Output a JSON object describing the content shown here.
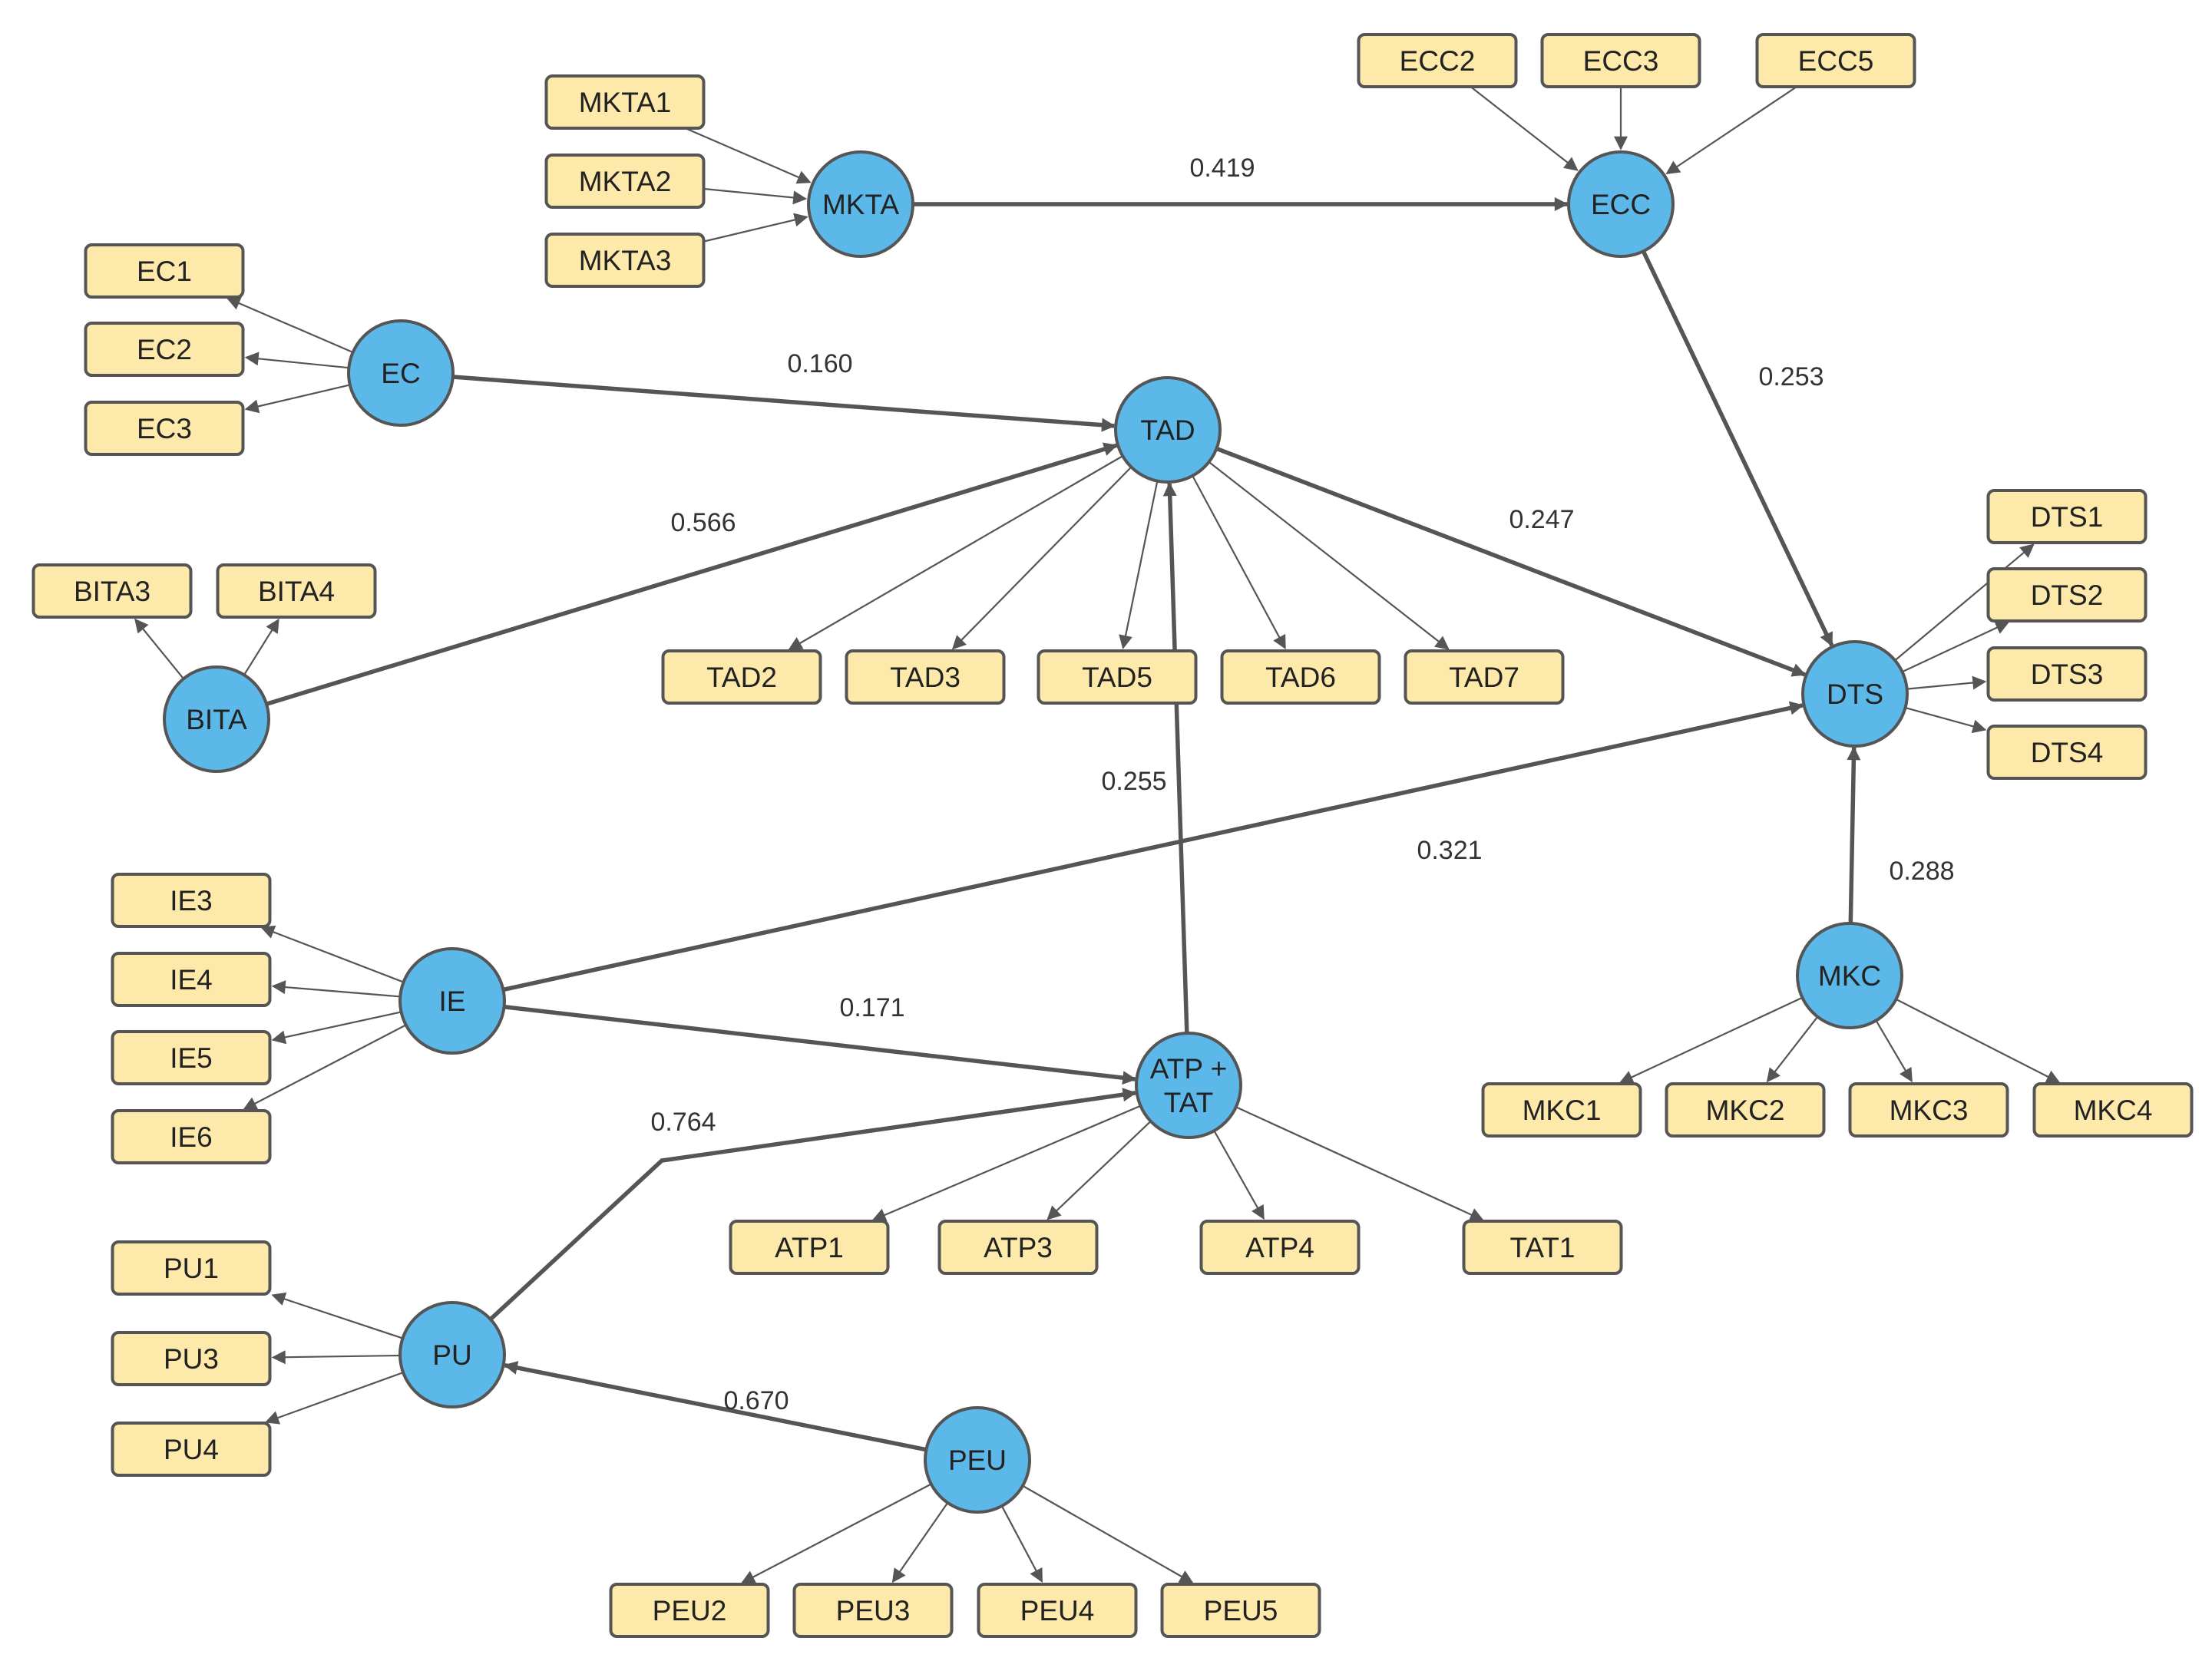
{
  "colors": {
    "latent_fill": "#5cb8e8",
    "indicator_fill": "#fde9a9",
    "stroke": "#555555",
    "text": "#222222"
  },
  "latents": [
    {
      "id": "MKTA",
      "label": "MKTA"
    },
    {
      "id": "ECC",
      "label": "ECC"
    },
    {
      "id": "EC",
      "label": "EC"
    },
    {
      "id": "TAD",
      "label": "TAD"
    },
    {
      "id": "BITA",
      "label": "BITA"
    },
    {
      "id": "DTS",
      "label": "DTS"
    },
    {
      "id": "IE",
      "label": "IE"
    },
    {
      "id": "ATPTAT",
      "label": "ATP +\nTAT"
    },
    {
      "id": "MKC",
      "label": "MKC"
    },
    {
      "id": "PU",
      "label": "PU"
    },
    {
      "id": "PEU",
      "label": "PEU"
    }
  ],
  "indicators": [
    {
      "id": "MKTA1",
      "label": "MKTA1"
    },
    {
      "id": "MKTA2",
      "label": "MKTA2"
    },
    {
      "id": "MKTA3",
      "label": "MKTA3"
    },
    {
      "id": "ECC2",
      "label": "ECC2"
    },
    {
      "id": "ECC3",
      "label": "ECC3"
    },
    {
      "id": "ECC5",
      "label": "ECC5"
    },
    {
      "id": "EC1",
      "label": "EC1"
    },
    {
      "id": "EC2",
      "label": "EC2"
    },
    {
      "id": "EC3",
      "label": "EC3"
    },
    {
      "id": "BITA3",
      "label": "BITA3"
    },
    {
      "id": "BITA4",
      "label": "BITA4"
    },
    {
      "id": "TAD2",
      "label": "TAD2"
    },
    {
      "id": "TAD3",
      "label": "TAD3"
    },
    {
      "id": "TAD5",
      "label": "TAD5"
    },
    {
      "id": "TAD6",
      "label": "TAD6"
    },
    {
      "id": "TAD7",
      "label": "TAD7"
    },
    {
      "id": "DTS1",
      "label": "DTS1"
    },
    {
      "id": "DTS2",
      "label": "DTS2"
    },
    {
      "id": "DTS3",
      "label": "DTS3"
    },
    {
      "id": "DTS4",
      "label": "DTS4"
    },
    {
      "id": "IE3",
      "label": "IE3"
    },
    {
      "id": "IE4",
      "label": "IE4"
    },
    {
      "id": "IE5",
      "label": "IE5"
    },
    {
      "id": "IE6",
      "label": "IE6"
    },
    {
      "id": "MKC1",
      "label": "MKC1"
    },
    {
      "id": "MKC2",
      "label": "MKC2"
    },
    {
      "id": "MKC3",
      "label": "MKC3"
    },
    {
      "id": "MKC4",
      "label": "MKC4"
    },
    {
      "id": "ATP1",
      "label": "ATP1"
    },
    {
      "id": "ATP3",
      "label": "ATP3"
    },
    {
      "id": "ATP4",
      "label": "ATP4"
    },
    {
      "id": "TAT1",
      "label": "TAT1"
    },
    {
      "id": "PU1",
      "label": "PU1"
    },
    {
      "id": "PU3",
      "label": "PU3"
    },
    {
      "id": "PU4",
      "label": "PU4"
    },
    {
      "id": "PEU2",
      "label": "PEU2"
    },
    {
      "id": "PEU3",
      "label": "PEU3"
    },
    {
      "id": "PEU4",
      "label": "PEU4"
    },
    {
      "id": "PEU5",
      "label": "PEU5"
    }
  ],
  "structural_paths": [
    {
      "from": "MKTA",
      "to": "ECC",
      "coefficient": "0.419"
    },
    {
      "from": "EC",
      "to": "TAD",
      "coefficient": "0.160"
    },
    {
      "from": "BITA",
      "to": "TAD",
      "coefficient": "0.566"
    },
    {
      "from": "ECC",
      "to": "DTS",
      "coefficient": "0.253"
    },
    {
      "from": "TAD",
      "to": "DTS",
      "coefficient": "0.247"
    },
    {
      "from": "ATPTAT",
      "to": "TAD",
      "coefficient": "0.255"
    },
    {
      "from": "IE",
      "to": "DTS",
      "coefficient": "0.321"
    },
    {
      "from": "MKC",
      "to": "DTS",
      "coefficient": "0.288"
    },
    {
      "from": "IE",
      "to": "ATPTAT",
      "coefficient": "0.171"
    },
    {
      "from": "PU",
      "to": "ATPTAT",
      "coefficient": "0.764"
    },
    {
      "from": "PEU",
      "to": "PU",
      "coefficient": "0.670"
    }
  ],
  "measurement_links": [
    {
      "from": "MKTA1",
      "to": "MKTA"
    },
    {
      "from": "MKTA2",
      "to": "MKTA"
    },
    {
      "from": "MKTA3",
      "to": "MKTA"
    },
    {
      "from": "ECC2",
      "to": "ECC"
    },
    {
      "from": "ECC3",
      "to": "ECC"
    },
    {
      "from": "ECC5",
      "to": "ECC"
    },
    {
      "from": "EC",
      "to": "EC1"
    },
    {
      "from": "EC",
      "to": "EC2"
    },
    {
      "from": "EC",
      "to": "EC3"
    },
    {
      "from": "BITA",
      "to": "BITA3"
    },
    {
      "from": "BITA",
      "to": "BITA4"
    },
    {
      "from": "TAD",
      "to": "TAD2"
    },
    {
      "from": "TAD",
      "to": "TAD3"
    },
    {
      "from": "TAD",
      "to": "TAD5"
    },
    {
      "from": "TAD",
      "to": "TAD6"
    },
    {
      "from": "TAD",
      "to": "TAD7"
    },
    {
      "from": "DTS",
      "to": "DTS1"
    },
    {
      "from": "DTS",
      "to": "DTS2"
    },
    {
      "from": "DTS",
      "to": "DTS3"
    },
    {
      "from": "DTS",
      "to": "DTS4"
    },
    {
      "from": "IE",
      "to": "IE3"
    },
    {
      "from": "IE",
      "to": "IE4"
    },
    {
      "from": "IE",
      "to": "IE5"
    },
    {
      "from": "IE",
      "to": "IE6"
    },
    {
      "from": "MKC",
      "to": "MKC1"
    },
    {
      "from": "MKC",
      "to": "MKC2"
    },
    {
      "from": "MKC",
      "to": "MKC3"
    },
    {
      "from": "MKC",
      "to": "MKC4"
    },
    {
      "from": "ATPTAT",
      "to": "ATP1"
    },
    {
      "from": "ATPTAT",
      "to": "ATP3"
    },
    {
      "from": "ATPTAT",
      "to": "ATP4"
    },
    {
      "from": "ATPTAT",
      "to": "TAT1"
    },
    {
      "from": "PU",
      "to": "PU1"
    },
    {
      "from": "PU",
      "to": "PU3"
    },
    {
      "from": "PU",
      "to": "PU4"
    },
    {
      "from": "PEU",
      "to": "PEU2"
    },
    {
      "from": "PEU",
      "to": "PEU3"
    },
    {
      "from": "PEU",
      "to": "PEU4"
    },
    {
      "from": "PEU",
      "to": "PEU5"
    }
  ]
}
